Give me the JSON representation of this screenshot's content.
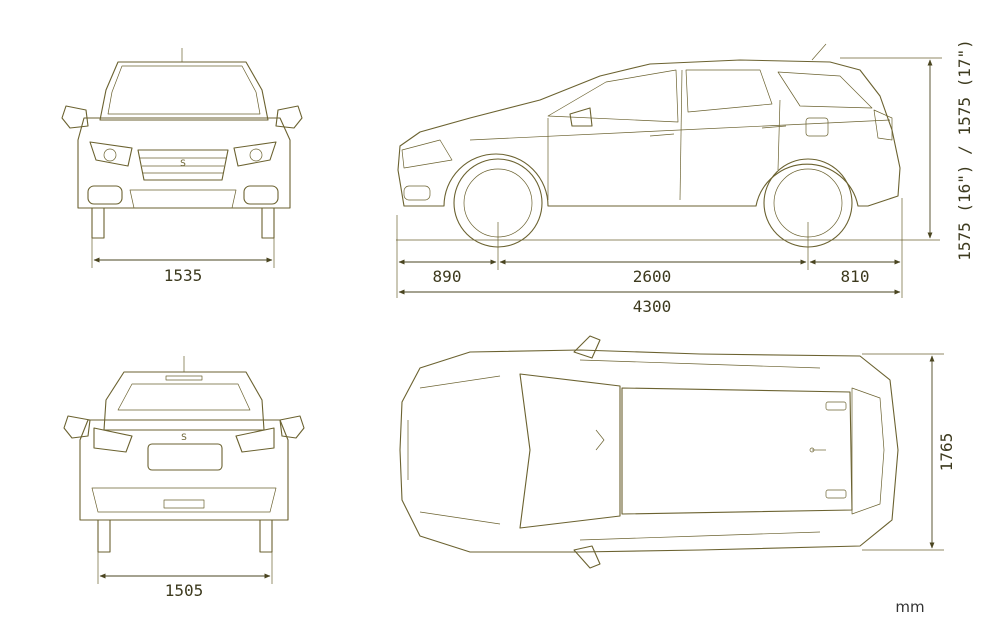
{
  "dimensions": {
    "front_track": "1535",
    "front_overhang": "890",
    "wheelbase": "2600",
    "rear_overhang": "810",
    "overall_length": "4300",
    "height": "1575 (16\") / 1575 (17\")",
    "rear_track": "1505",
    "overall_width": "1765"
  },
  "unit": "mm",
  "colors": {
    "line": "#6b6230",
    "dimension": "#4a4520",
    "text": "#3d3a1e"
  }
}
